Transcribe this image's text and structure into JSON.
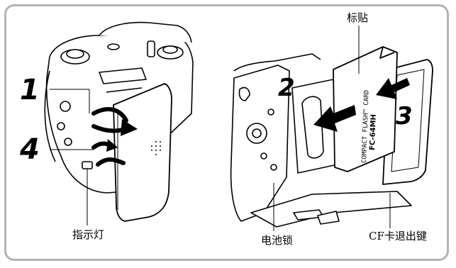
{
  "steps": {
    "left_top": "1",
    "left_bottom": "4",
    "right_insert": "2",
    "right_close": "3"
  },
  "callouts": {
    "sticker": "标贴",
    "indicator_lamp": "指示灯",
    "battery_lock": "电池锁",
    "cf_eject_button": "CF卡退出键"
  },
  "card_print": {
    "vertical_text": "COMPACT FLASH™ CARD",
    "model": "FC-64MH"
  },
  "colors": {
    "frame_border": "#b3b3b3",
    "line_art": "#000000"
  }
}
